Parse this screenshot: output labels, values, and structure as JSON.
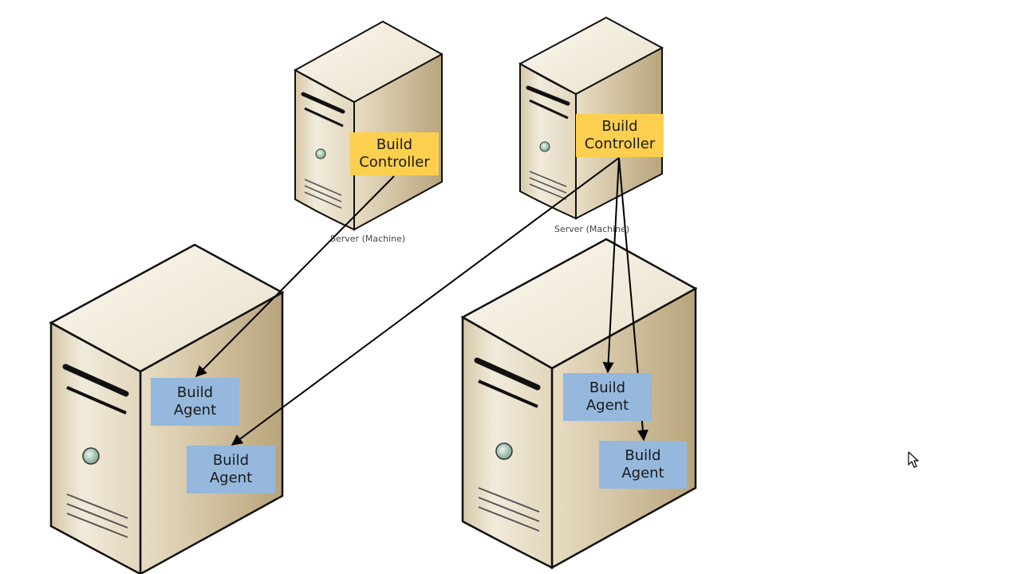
{
  "servers": {
    "top_left": {
      "caption": "Server (Machine)",
      "controller": [
        "Build",
        "Controller"
      ]
    },
    "top_right": {
      "caption": "Server (Machine)",
      "controller": [
        "Build",
        "Controller"
      ]
    },
    "bottom_left": {
      "agents": [
        [
          "Build",
          "Agent"
        ],
        [
          "Build",
          "Agent"
        ]
      ]
    },
    "bottom_right": {
      "agents": [
        [
          "Build",
          "Agent"
        ],
        [
          "Build",
          "Agent"
        ]
      ]
    }
  },
  "colors": {
    "controller": "#fcd04e",
    "agent": "#95b8dc",
    "server_front": "#e6dbc4",
    "server_side": "#c9b896",
    "server_top": "#f2ecdc",
    "connector": "#000000"
  }
}
